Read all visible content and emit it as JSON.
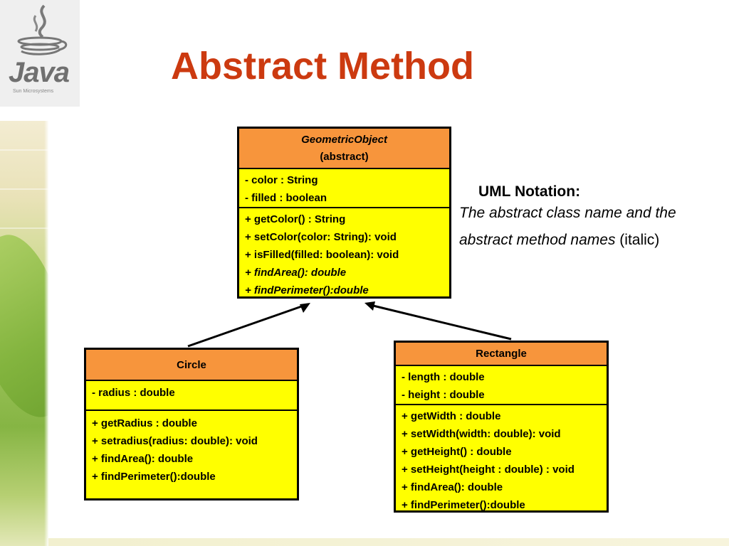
{
  "slide": {
    "title": "Abstract Method"
  },
  "logo": {
    "word": "Java",
    "sub": "Sun Microsystems"
  },
  "classes": {
    "geometric_object": {
      "name": "GeometricObject",
      "stereotype": "(abstract)",
      "attributes": [
        "- color : String",
        "- filled : boolean"
      ],
      "operations": [
        "+ getColor() : String",
        "+ setColor(color: String): void",
        "+ isFilled(filled: boolean): void",
        "+ findArea(): double",
        "+ findPerimeter():double"
      ]
    },
    "circle": {
      "name": "Circle",
      "attributes": [
        "- radius : double"
      ],
      "operations": [
        "+ getRadius : double",
        "+ setradius(radius: double): void",
        "+ findArea(): double",
        "+ findPerimeter():double"
      ]
    },
    "rectangle": {
      "name": "Rectangle",
      "attributes": [
        "- length : double",
        "- height : double"
      ],
      "operations": [
        "+ getWidth : double",
        "+ setWidth(width: double): void",
        "+ getHeight() : double",
        "+ setHeight(height : double) : void",
        "+ findArea(): double",
        "+ findPerimeter():double"
      ]
    }
  },
  "note": {
    "title": "UML Notation:",
    "line1": "The abstract class name and the",
    "line2_italic": "abstract method names",
    "line2_plain": " (italic)"
  },
  "colors": {
    "title": "#cc3a10",
    "class_body": "#ffff00",
    "class_header": "#f7953c"
  }
}
